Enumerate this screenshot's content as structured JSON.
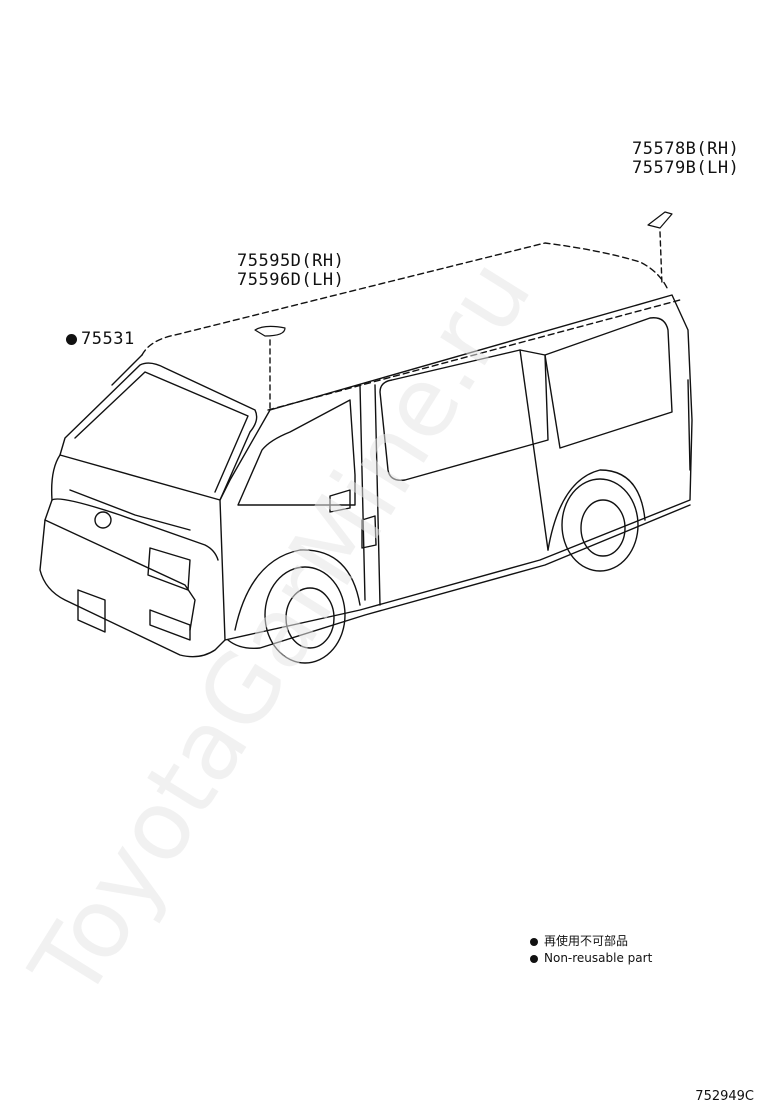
{
  "diagram": {
    "parts": [
      {
        "number": "75578B(RH)",
        "number2": "75579B(LH)"
      },
      {
        "number": "75595D(RH)",
        "number2": "75596D(LH)"
      },
      {
        "number": "75531",
        "non_reusable": true
      }
    ]
  },
  "legend": {
    "jp": "再使用不可部品",
    "en": "Non-reusable part"
  },
  "illustration_code": "752949C",
  "watermark": "ToyotaGarMine.ru"
}
